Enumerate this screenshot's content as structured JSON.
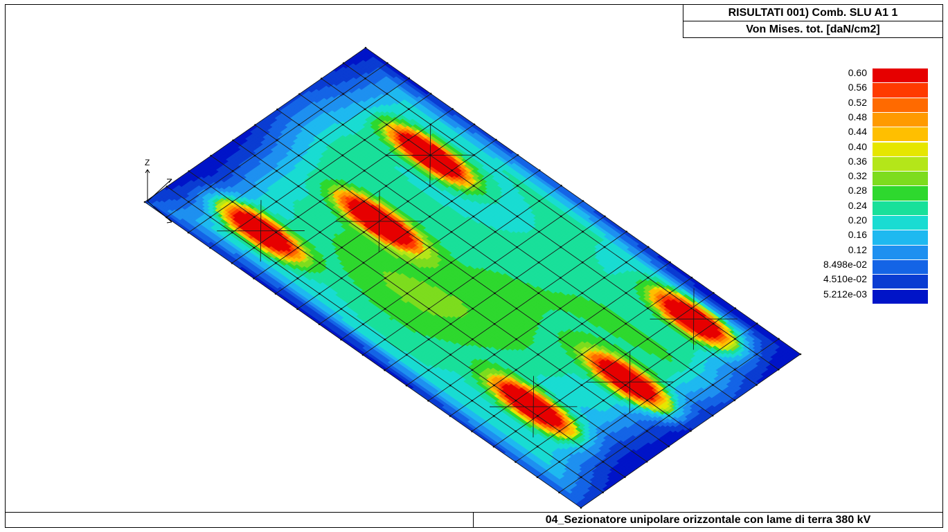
{
  "header": {
    "title_line1": "RISULTATI   001) Comb. SLU A1 1",
    "title_line2": "Von Mises. tot. [daN/cm2]"
  },
  "footer": {
    "project_title": "04_Sezionatore unipolare orizzontale con lame di terra 380 kV"
  },
  "axis": {
    "z_label": "Z"
  },
  "legend": {
    "entries": [
      {
        "label": "0.60",
        "color": "#e60000"
      },
      {
        "label": "0.56",
        "color": "#ff3a00"
      },
      {
        "label": "0.52",
        "color": "#ff6a00"
      },
      {
        "label": "0.48",
        "color": "#ff9a00"
      },
      {
        "label": "0.44",
        "color": "#ffbf00"
      },
      {
        "label": "0.40",
        "color": "#e6e600"
      },
      {
        "label": "0.36",
        "color": "#b4e619"
      },
      {
        "label": "0.32",
        "color": "#7ddc1e"
      },
      {
        "label": "0.28",
        "color": "#2ed82e"
      },
      {
        "label": "0.24",
        "color": "#19e09a"
      },
      {
        "label": "0.20",
        "color": "#19dcd2"
      },
      {
        "label": "0.16",
        "color": "#1eb9f0"
      },
      {
        "label": "0.12",
        "color": "#1e90f0"
      },
      {
        "label": "8.498e-02",
        "color": "#1464e6"
      },
      {
        "label": "4.510e-02",
        "color": "#0a3cd2"
      },
      {
        "label": "5.212e-03",
        "color": "#0014c8"
      }
    ]
  },
  "contour": {
    "hotspots": [
      {
        "u": 0.22,
        "v": 0.78,
        "peak": 0.6
      },
      {
        "u": 0.17,
        "v": 0.18,
        "peak": 0.58
      },
      {
        "u": 0.52,
        "v": 0.85,
        "peak": 0.56
      },
      {
        "u": 0.47,
        "v": 0.3,
        "peak": 0.55
      },
      {
        "u": 0.87,
        "v": 0.82,
        "peak": 0.58
      },
      {
        "u": 0.8,
        "v": 0.25,
        "peak": 0.6
      }
    ]
  }
}
